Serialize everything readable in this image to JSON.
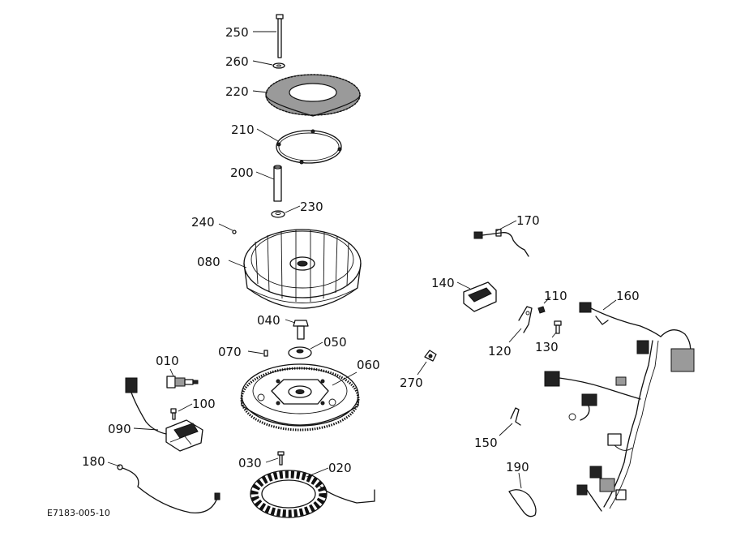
{
  "diagram": {
    "figure_code": "E7183-005-10",
    "callouts": [
      {
        "key": "c250",
        "text": "250"
      },
      {
        "key": "c260",
        "text": "260"
      },
      {
        "key": "c220",
        "text": "220"
      },
      {
        "key": "c210",
        "text": "210"
      },
      {
        "key": "c200",
        "text": "200"
      },
      {
        "key": "c230",
        "text": "230"
      },
      {
        "key": "c240",
        "text": "240"
      },
      {
        "key": "c080",
        "text": "080"
      },
      {
        "key": "c040",
        "text": "040"
      },
      {
        "key": "c050",
        "text": "050"
      },
      {
        "key": "c070",
        "text": "070"
      },
      {
        "key": "c060",
        "text": "060"
      },
      {
        "key": "c010",
        "text": "010"
      },
      {
        "key": "c100",
        "text": "100"
      },
      {
        "key": "c090",
        "text": "090"
      },
      {
        "key": "c180",
        "text": "180"
      },
      {
        "key": "c030",
        "text": "030"
      },
      {
        "key": "c020",
        "text": "020"
      },
      {
        "key": "c170",
        "text": "170"
      },
      {
        "key": "c140",
        "text": "140"
      },
      {
        "key": "c110",
        "text": "110"
      },
      {
        "key": "c160",
        "text": "160"
      },
      {
        "key": "c120",
        "text": "120"
      },
      {
        "key": "c130",
        "text": "130"
      },
      {
        "key": "c270",
        "text": "270"
      },
      {
        "key": "c150",
        "text": "150"
      },
      {
        "key": "c190",
        "text": "190"
      }
    ]
  }
}
